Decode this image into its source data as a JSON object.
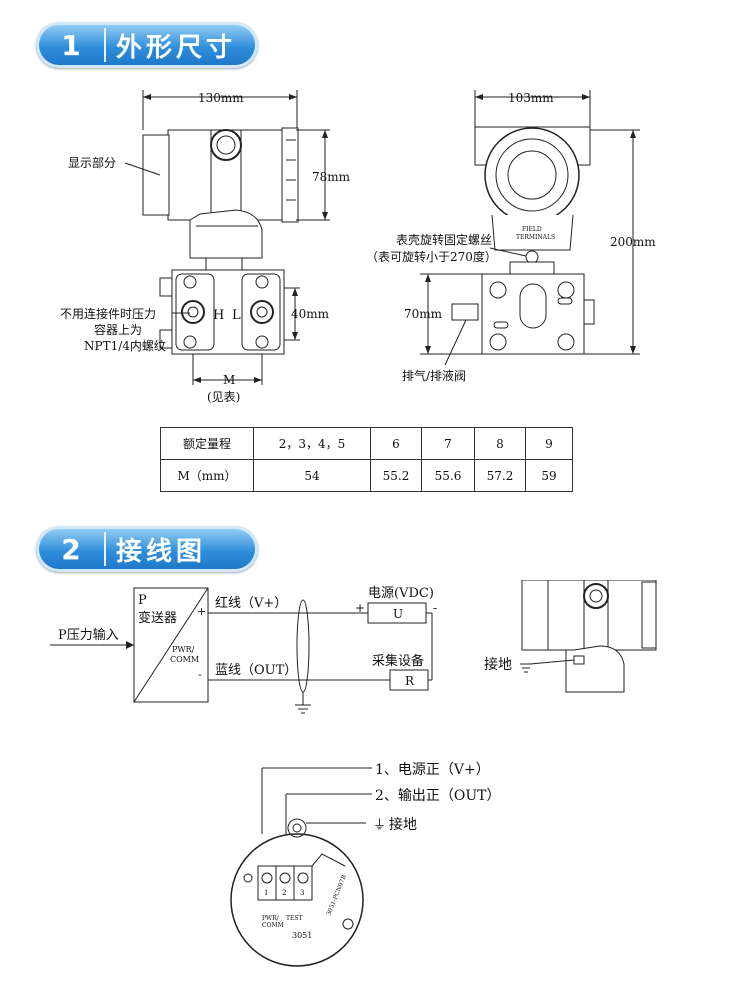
{
  "section1": {
    "num": "1",
    "title": "外形尺寸"
  },
  "section2": {
    "num": "2",
    "title": "接线图"
  },
  "dims": {
    "width_130": "130mm",
    "width_103": "103mm",
    "height_78": "78mm",
    "height_200": "200mm",
    "height_40": "40mm",
    "height_70": "70mm",
    "m_label": "M",
    "m_note": "(见表)"
  },
  "labels": {
    "display": "显示部分",
    "no_connector_1": "不用连接件时压力",
    "no_connector_2": "容器上为",
    "no_connector_3": "NPT1/4内螺纹",
    "shell_1": "表壳旋转固定螺丝",
    "shell_2": "（表可旋转小于270度）",
    "vent": "排气/排液阀",
    "h": "H",
    "l": "L",
    "field_1": "FIELD",
    "field_2": "TERMINALS"
  },
  "table": {
    "header": [
      "额定量程",
      "2，3，4，5",
      "6",
      "7",
      "8",
      "9"
    ],
    "row": [
      "M（mm）",
      "54",
      "55.2",
      "55.6",
      "57.2",
      "59"
    ]
  },
  "wiring": {
    "p_input": "P压力输入",
    "p": "P",
    "transmitter": "变送器",
    "plus": "+",
    "minus": "-",
    "pwr": "PWR/",
    "comm": "COMM",
    "red_line": "红线（V+）",
    "blue_line": "蓝线（OUT）",
    "power_src": "电源(VDC)",
    "u": "U",
    "collector": "采集设备",
    "r": "R",
    "ground": "接地"
  },
  "terminal": {
    "item1": "1、电源正（V+）",
    "item2": "2、输出正（OUT）",
    "item3": "接地",
    "t1": "1",
    "t2": "2",
    "t3": "3",
    "pwr": "PWR/",
    "comm": "COMM",
    "test": "TEST",
    "model": "3051",
    "board": "3051-PCN07B"
  }
}
